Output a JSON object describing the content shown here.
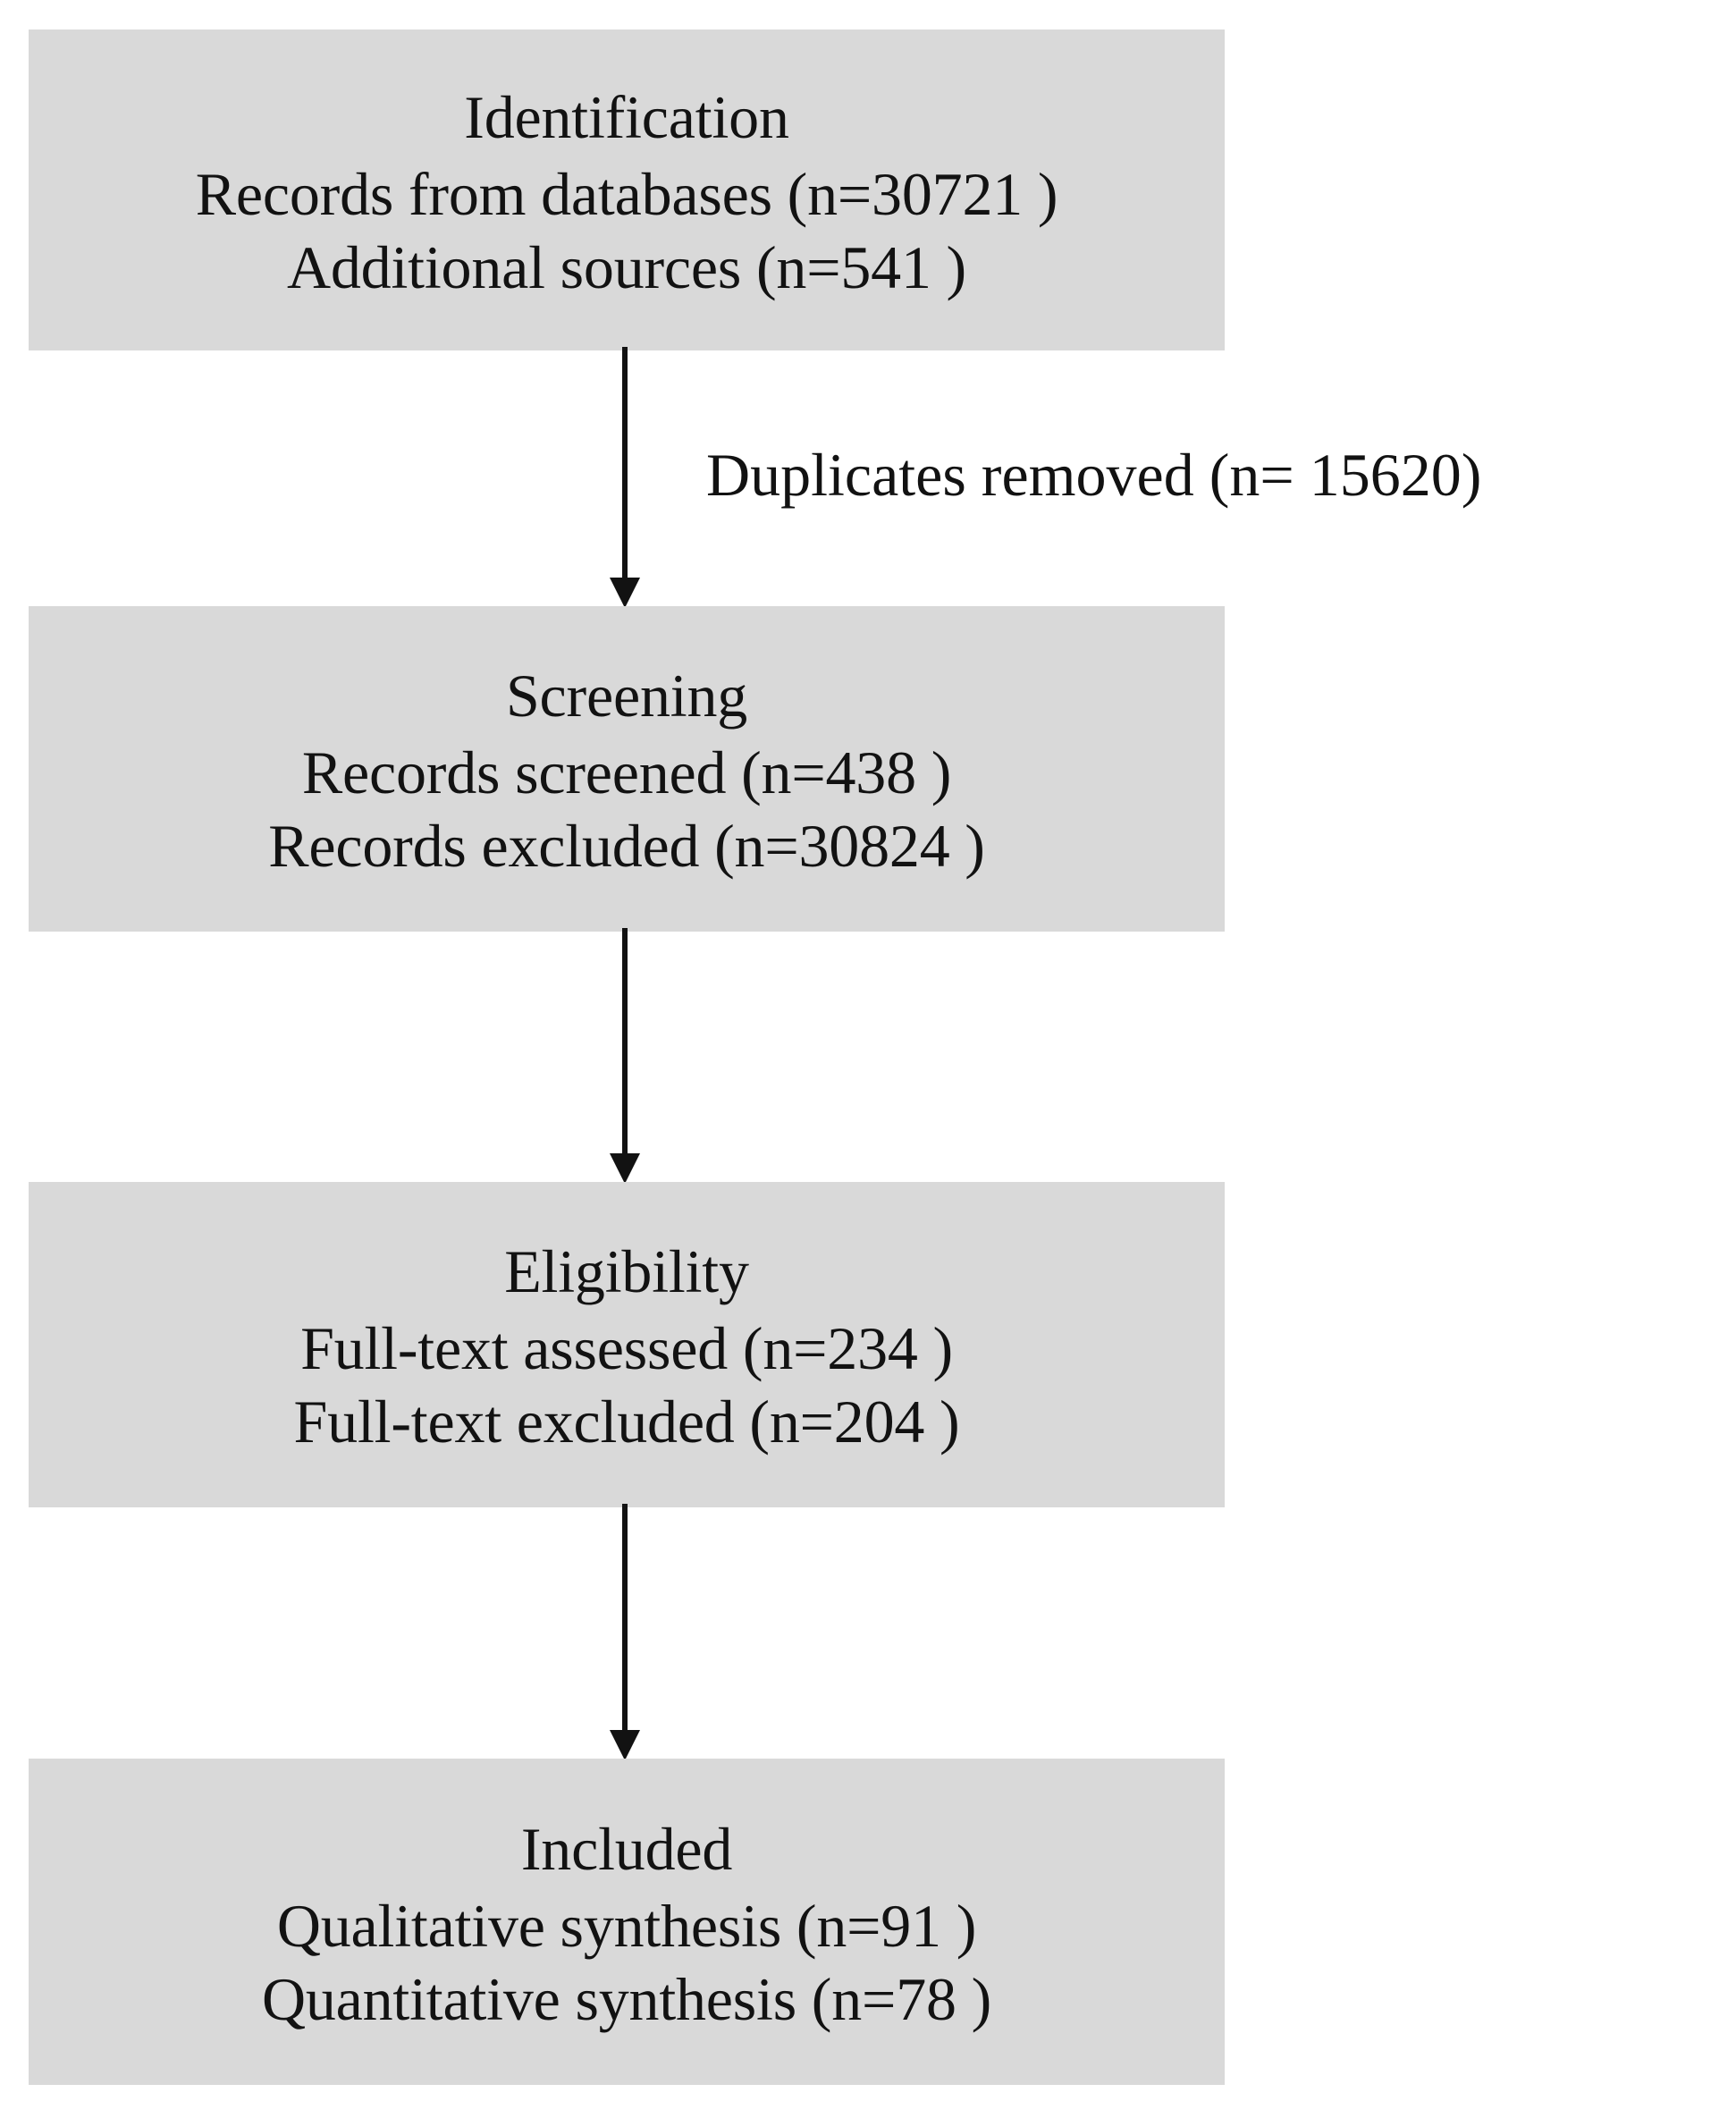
{
  "diagram": {
    "type": "prisma-flow-diagram",
    "box_fill_color": "#d9d9d9",
    "text_color": "#121212",
    "arrow_color": "#121212",
    "stages": [
      {
        "id": "identification",
        "title": "Identification",
        "lines": [
          "Records from databases (n=30721 )",
          "Additional sources (n=541 )"
        ]
      },
      {
        "id": "screening",
        "title": "Screening",
        "lines": [
          "Records screened (n=438 )",
          "Records excluded (n=30824 )"
        ]
      },
      {
        "id": "eligibility",
        "title": "Eligibility",
        "lines": [
          "Full-text assessed (n=234 )",
          "Full-text excluded (n=204 )"
        ]
      },
      {
        "id": "included",
        "title": "Included",
        "lines": [
          "Qualitative synthesis (n=91 )",
          "Quantitative synthesis (n=78 )"
        ]
      }
    ],
    "annotations": {
      "duplicates_removed": "Duplicates removed (n= 15620)"
    }
  },
  "chart_data": {
    "type": "table",
    "title": "PRISMA study selection flow",
    "categories": [
      "Records from databases",
      "Additional sources",
      "Duplicates removed",
      "Records screened",
      "Records excluded",
      "Full-text assessed",
      "Full-text excluded",
      "Qualitative synthesis",
      "Quantitative synthesis"
    ],
    "values": [
      30721,
      541,
      15620,
      438,
      30824,
      234,
      204,
      91,
      78
    ],
    "xlabel": "",
    "ylabel": "n"
  }
}
